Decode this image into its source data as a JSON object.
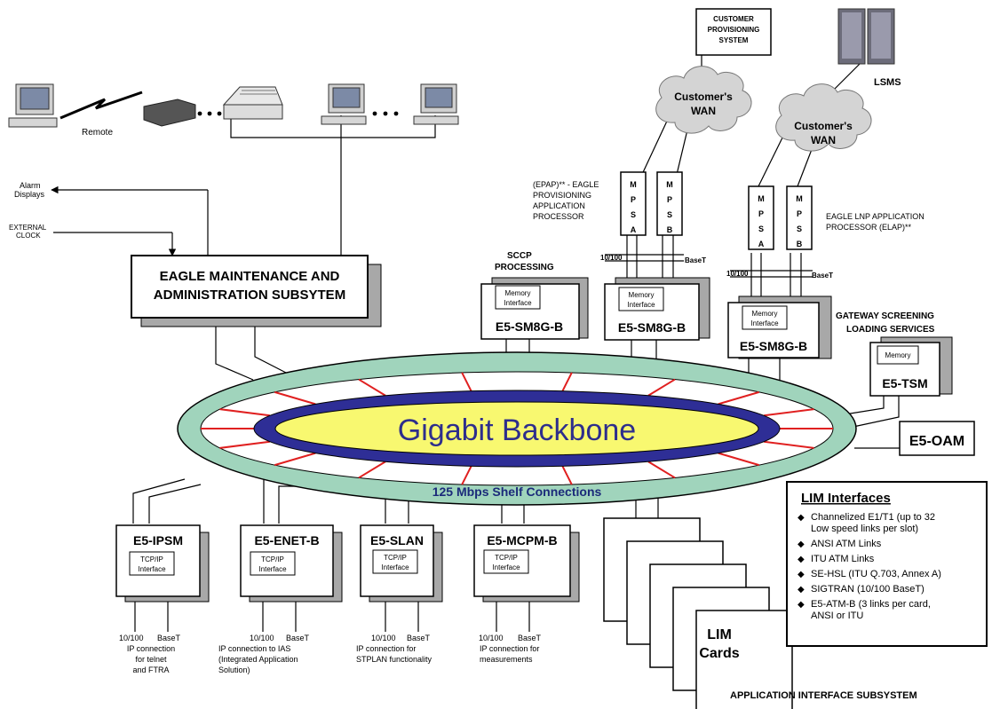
{
  "backbone": {
    "title": "Gigabit Backbone",
    "shelf_label": "125 Mbps Shelf Connections"
  },
  "terminals": {
    "remote_label": "Remote"
  },
  "maintenance": {
    "title_line1": "EAGLE MAINTENANCE AND",
    "title_line2": "ADMINISTRATION SUBSYTEM",
    "alarm_line1": "Alarm",
    "alarm_line2": "Displays",
    "clock_line1": "EXTERNAL",
    "clock_line2": "CLOCK"
  },
  "customer_system": {
    "line1": "CUSTOMER",
    "line2": "PROVISIONING",
    "line3": "SYSTEM"
  },
  "lsms_label": "LSMS",
  "wan": {
    "line1": "Customer's",
    "line2": "WAN"
  },
  "mps": {
    "letters_a": [
      "M",
      "P",
      "S",
      "A"
    ],
    "letters_b": [
      "M",
      "P",
      "S",
      "B"
    ],
    "basel": "10/100",
    "baset": "BaseT"
  },
  "epap": {
    "line1": "(EPAP)** - EAGLE",
    "line2": "PROVISIONING",
    "line3": "APPLICATION",
    "line4": "PROCESSOR"
  },
  "elap": {
    "line1": "EAGLE LNP APPLICATION",
    "line2": "PROCESSOR (ELAP)**"
  },
  "sccp": {
    "line1": "SCCP",
    "line2": "PROCESSING"
  },
  "gateway": {
    "line1": "GATEWAY SCREENING",
    "line2": "LOADING SERVICES"
  },
  "cards": {
    "sm8g_name": "E5-SM8G-B",
    "mem_line1": "Memory",
    "mem_line2": "Interface",
    "tsm_name": "E5-TSM",
    "tsm_mem": "Memory",
    "oam_name": "E5-OAM",
    "tcpip_line1": "TCP/IP",
    "tcpip_line2": "Interface",
    "ipsm": "E5-IPSM",
    "enet": "E5-ENET-B",
    "slan": "E5-SLAN",
    "mcpm": "E5-MCPM-B"
  },
  "ip_labels": {
    "rate": "10/100",
    "baset": "BaseT",
    "ipsm": [
      "IP connection",
      "for telnet",
      "and FTRA"
    ],
    "enet": [
      "IP connection to IAS",
      "(Integrated Application",
      "Solution)"
    ],
    "slan": [
      "IP connection for",
      "STPLAN functionality"
    ],
    "mcpm": [
      "IP connection for",
      "measurements"
    ]
  },
  "lim": {
    "cards_line1": "LIM",
    "cards_line2": "Cards",
    "subsystem": "APPLICATION INTERFACE SUBSYSTEM",
    "title": "LIM Interfaces",
    "items": [
      [
        "Channelized E1/T1 (up to 32",
        "Low speed links per slot)"
      ],
      [
        "ANSI ATM Links"
      ],
      [
        "ITU ATM Links"
      ],
      [
        "SE-HSL (ITU Q.703, Annex A)"
      ],
      [
        "SIGTRAN (10/100 BaseT)"
      ],
      [
        "E5-ATM-B (3 links per card,",
        "ANSI or ITU"
      ]
    ]
  }
}
